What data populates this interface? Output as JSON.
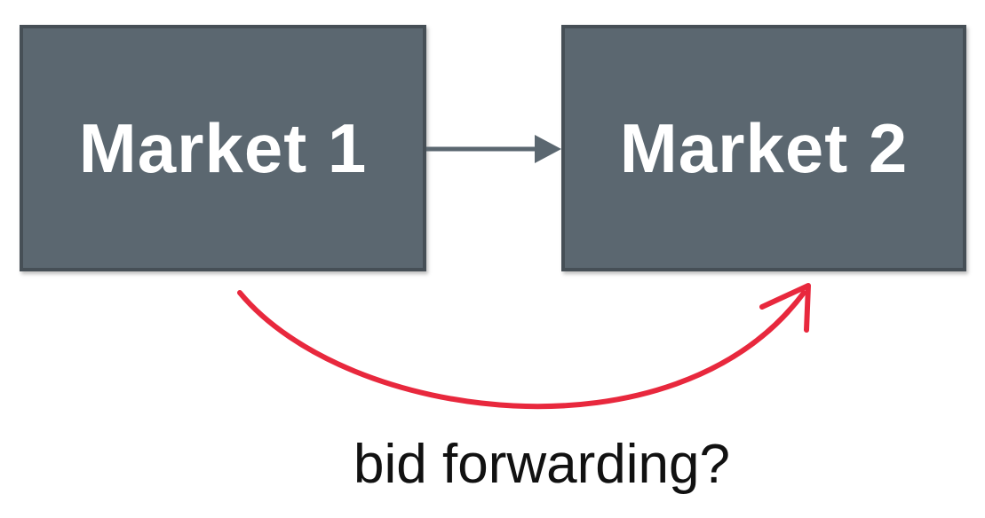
{
  "diagram": {
    "nodes": [
      {
        "id": "market-1",
        "label": "Market 1"
      },
      {
        "id": "market-2",
        "label": "Market 2"
      }
    ],
    "edges": [
      {
        "from": "market-1",
        "to": "market-2",
        "style": "straight",
        "color": "#5b6770"
      },
      {
        "from": "market-1",
        "to": "market-2",
        "style": "curved",
        "color": "#e8283d",
        "label": "bid forwarding?"
      }
    ],
    "colors": {
      "box_fill": "#5b6770",
      "box_border": "#464f56",
      "box_text": "#ffffff",
      "straight_arrow": "#5b6770",
      "curved_arrow": "#e8283d",
      "caption_text": "#111111"
    }
  }
}
